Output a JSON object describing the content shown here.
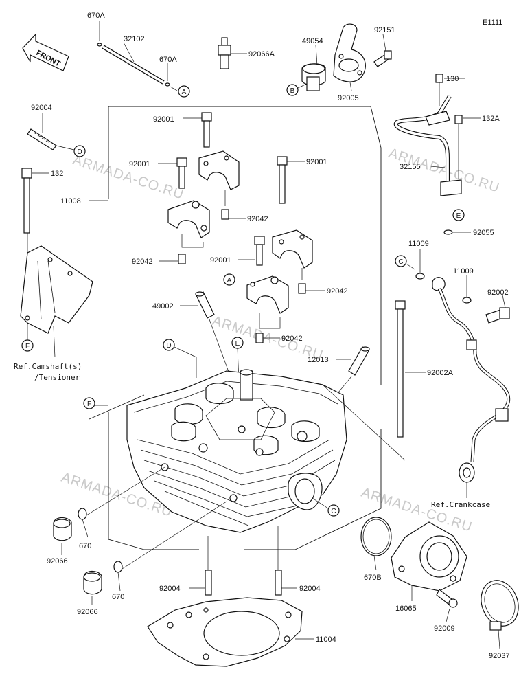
{
  "diagram_code": "E1111",
  "front_label": "FRONT",
  "watermark": "ARMADA-CO.RU",
  "refs": {
    "camshaft_line1": "Ref.Camshaft(s)",
    "camshaft_line2": "/Tensioner",
    "crankcase": "Ref.Crankcase"
  },
  "callouts": {
    "A": "A",
    "B": "B",
    "C": "C",
    "D": "D",
    "E": "E",
    "F": "F"
  },
  "parts": {
    "p670A_1": "670A",
    "p32102": "32102",
    "p670A_2": "670A",
    "p92066A": "92066A",
    "p49054": "49054",
    "p92151": "92151",
    "p92005": "92005",
    "p130": "130",
    "p132A": "132A",
    "p92004_top": "92004",
    "p92001_1": "92001",
    "p92001_2": "92001",
    "p92001_3": "92001",
    "p92001_4": "92001",
    "p132": "132",
    "p11008": "11008",
    "p32155": "32155",
    "p92042_1": "92042",
    "p92042_2": "92042",
    "p92042_3": "92042",
    "p92042_4": "92042",
    "p92055": "92055",
    "p11009_1": "11009",
    "p11009_2": "11009",
    "p92002": "92002",
    "p49002": "49002",
    "p12013": "12013",
    "p92002A": "92002A",
    "p670_1": "670",
    "p670_2": "670",
    "p92066_1": "92066",
    "p92066_2": "92066",
    "p670B": "670B",
    "p16065": "16065",
    "p92009": "92009",
    "p92004_l": "92004",
    "p92004_r": "92004",
    "p11004": "11004",
    "p92037": "92037"
  }
}
